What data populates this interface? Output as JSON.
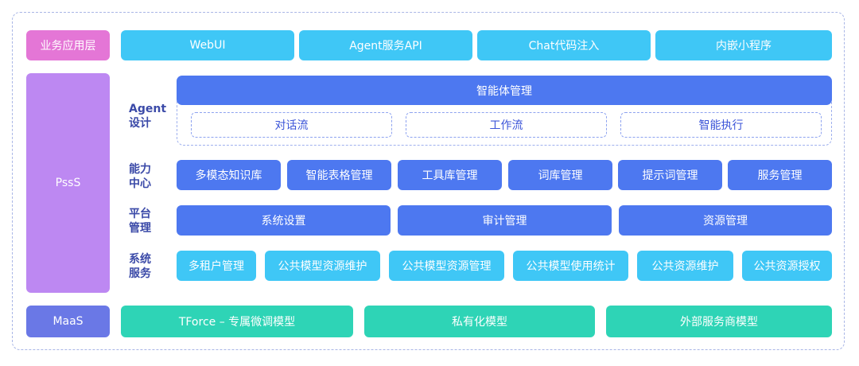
{
  "layers": {
    "app": "业务应用层",
    "paas": "PssS",
    "maas": "MaaS"
  },
  "app_items": [
    "WebUI",
    "Agent服务API",
    "Chat代码注入",
    "内嵌小程序"
  ],
  "agent": {
    "label_line1": "Agent",
    "label_line2": "设计",
    "header": "智能体管理",
    "items": [
      "对话流",
      "工作流",
      "智能执行"
    ]
  },
  "capability": {
    "label_line1": "能力",
    "label_line2": "中心",
    "items": [
      "多模态知识库",
      "智能表格管理",
      "工具库管理",
      "词库管理",
      "提示词管理",
      "服务管理"
    ]
  },
  "platform": {
    "label_line1": "平台",
    "label_line2": "管理",
    "items": [
      "系统设置",
      "审计管理",
      "资源管理"
    ]
  },
  "system": {
    "label_line1": "系统",
    "label_line2": "服务",
    "items": [
      "多租户管理",
      "公共模型资源维护",
      "公共模型资源管理",
      "公共模型使用统计",
      "公共资源维护",
      "公共资源授权"
    ]
  },
  "maas_items": [
    "TForce – 专属微调模型",
    "私有化模型",
    "外部服务商模型"
  ],
  "colors": {
    "app_layer": "#e476d6",
    "paas_layer": "#bd88f2",
    "maas_layer": "#6a78e6",
    "app_items": "#3fc7f6",
    "paas_items": "#4d78f0",
    "maas_items": "#2ed4b6"
  }
}
